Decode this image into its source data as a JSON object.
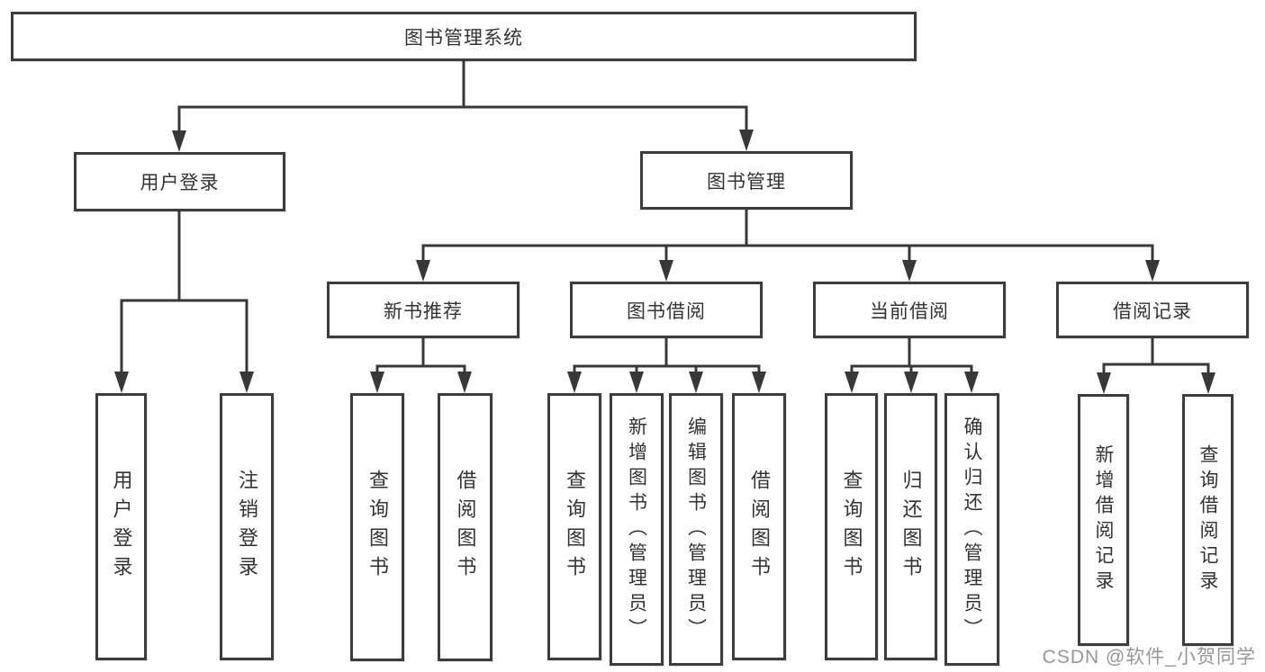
{
  "diagram": {
    "root": {
      "label": "图书管理系统"
    },
    "level2": [
      {
        "label": "用户登录"
      },
      {
        "label": "图书管理"
      }
    ],
    "level3": [
      {
        "label": "新书推荐"
      },
      {
        "label": "图书借阅"
      },
      {
        "label": "当前借阅"
      },
      {
        "label": "借阅记录"
      }
    ],
    "leaves": [
      {
        "label": "用户登录"
      },
      {
        "label": "注销登录"
      },
      {
        "label": "查询图书"
      },
      {
        "label": "借阅图书"
      },
      {
        "label": "查询图书"
      },
      {
        "label": "新增图书（管理员）"
      },
      {
        "label": "编辑图书（管理员）"
      },
      {
        "label": "借阅图书"
      },
      {
        "label": "查询图书"
      },
      {
        "label": "归还图书"
      },
      {
        "label": "确认归还（管理员）"
      },
      {
        "label": "新增借阅记录"
      },
      {
        "label": "查询借阅记录"
      }
    ]
  },
  "watermark": {
    "text": "CSDN @软件_小贺同学"
  },
  "colors": {
    "line": "#383838",
    "box_border": "#3d3d3d",
    "text": "#333333",
    "watermark": "#979797",
    "background": "#ffffff"
  }
}
